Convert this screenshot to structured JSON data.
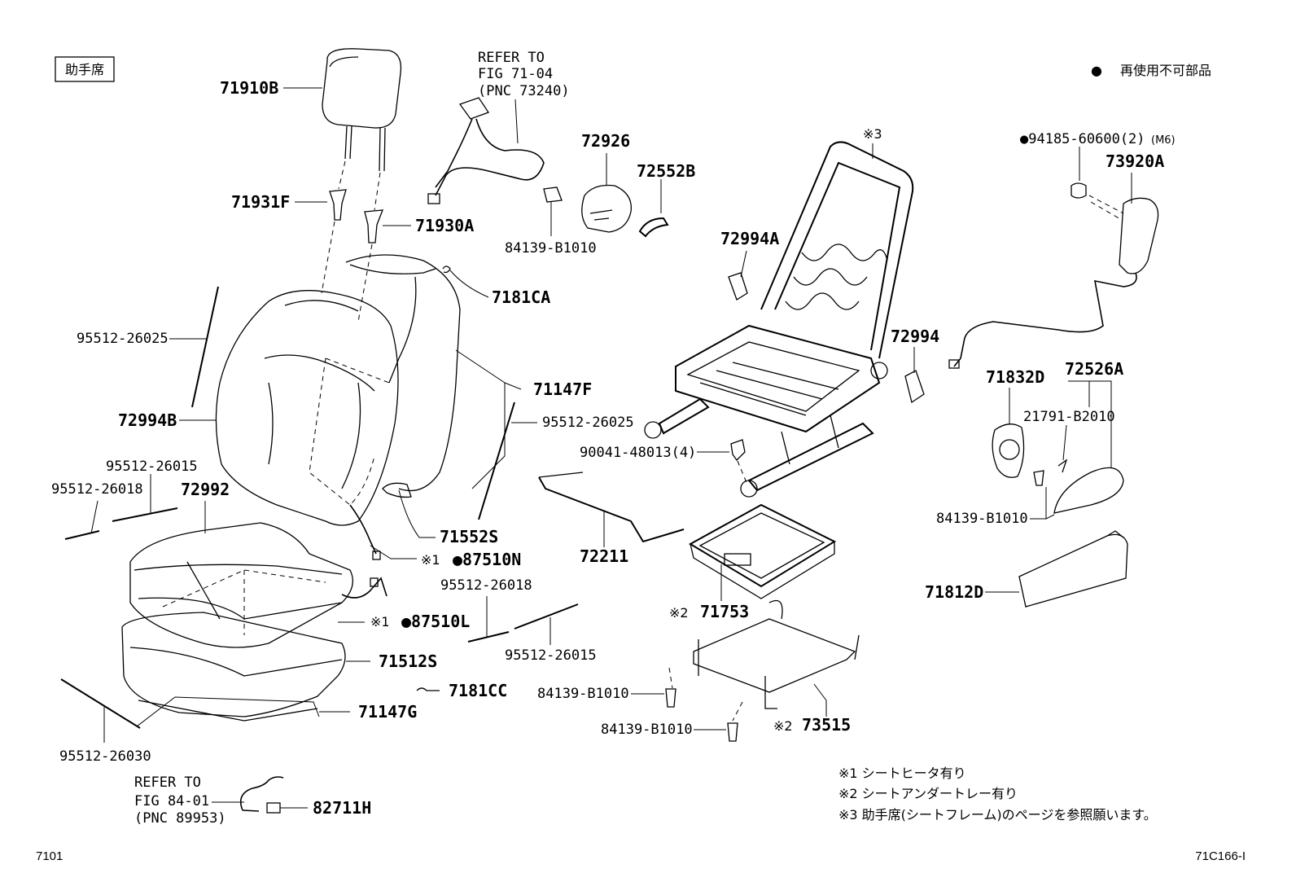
{
  "header": {
    "position_tag": "助手席",
    "legend_symbol": "●",
    "legend_text": "再使用不可部品"
  },
  "labels": {
    "p71910B": "71910B",
    "p71931F": "71931F",
    "p71930A": "71930A",
    "refer1_line1": "REFER TO",
    "refer1_line2": "FIG 71-04",
    "refer1_line3": "(PNC 73240)",
    "p72926": "72926",
    "p72552B": "72552B",
    "p84139_top": "84139-B1010",
    "p7181CA": "7181CA",
    "p95512_26025_left": "95512-26025",
    "p71147F": "71147F",
    "p95512_26025_mid": "95512-26025",
    "p72994B": "72994B",
    "p95512_26015_left": "95512-26015",
    "p95512_26018_left": "95512-26018",
    "p72992": "72992",
    "p71552S": "71552S",
    "p87510N_mark": "※1",
    "p87510N": "●87510N",
    "p95512_26018_mid": "95512-26018",
    "p87510L_mark": "※1",
    "p87510L": "●87510L",
    "p95512_26015_mid": "95512-26015",
    "p71512S": "71512S",
    "p7181CC": "7181CC",
    "p71147G": "71147G",
    "p95512_26030": "95512-26030",
    "refer2_line1": "REFER TO",
    "refer2_line2": "FIG 84-01",
    "refer2_line3": "(PNC 89953)",
    "p82711H": "82711H",
    "frame_mark": "※3",
    "p72994A": "72994A",
    "p72994": "72994",
    "p90041": "90041-48013(4)",
    "p72211": "72211",
    "p71753_mark": "※2",
    "p71753": "71753",
    "p84139_mid": "84139-B1010",
    "p84139_low": "84139-B1010",
    "p73515_mark": "※2",
    "p73515": "73515",
    "p94185": "●94185-60600(2)",
    "p94185_size": "(M6)",
    "p73920A": "73920A",
    "p71832D": "71832D",
    "p72526A": "72526A",
    "p21791": "21791-B2010",
    "p84139_right": "84139-B1010",
    "p71812D": "71812D"
  },
  "notes": [
    "※1  シートヒータ有り",
    "※2  シートアンダートレー有り",
    "※3  助手席(シートフレーム)のページを参照願います。"
  ],
  "footer": {
    "left_code": "7101",
    "right_code": "71C166-I"
  }
}
